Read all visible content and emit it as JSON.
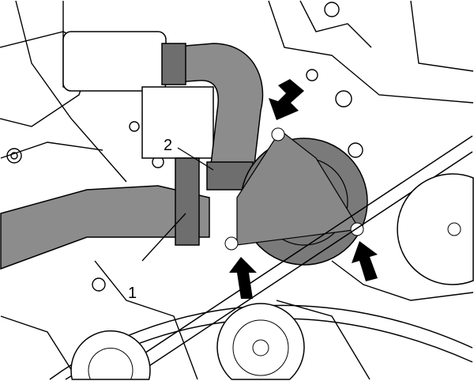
{
  "diagram": {
    "callouts": [
      {
        "id": "1",
        "label": "1"
      },
      {
        "id": "2",
        "label": "2"
      }
    ],
    "arrow_count": 3,
    "colors": {
      "line": "#000000",
      "hose": "#8c8c8c",
      "pump": "#7a7a7a",
      "arrow": "#000000",
      "background": "#ffffff"
    }
  }
}
